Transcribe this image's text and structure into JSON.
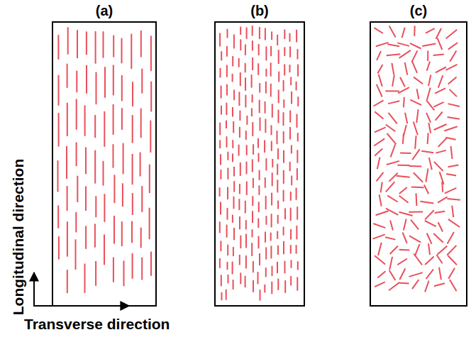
{
  "diagram": {
    "nodes": [
      {
        "text": [
          "(a)"
        ]
      },
      {
        "text": [
          "(b)"
        ]
      },
      {
        "text": [
          "(c)"
        ]
      }
    ],
    "labels": [
      "Longitudinal direction",
      "Transverse direction"
    ]
  }
}
